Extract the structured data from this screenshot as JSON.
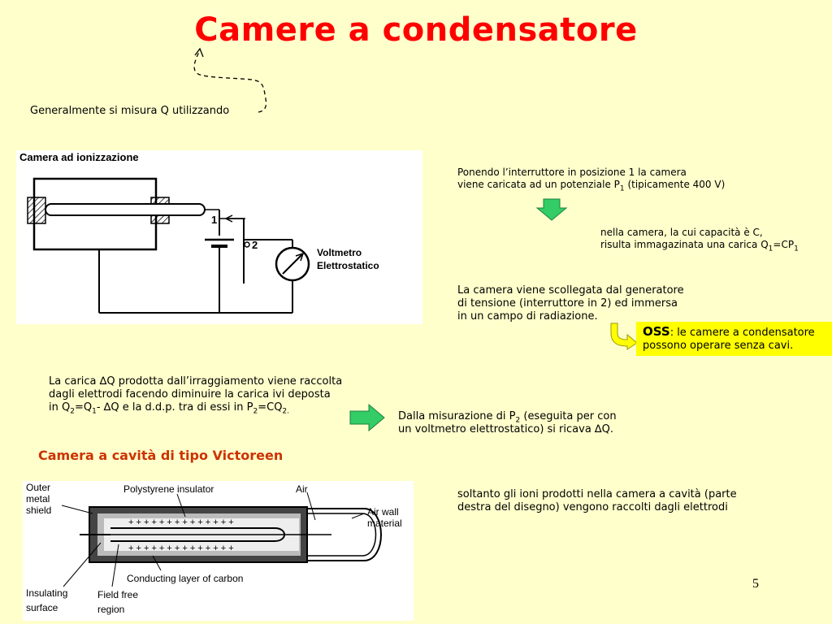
{
  "title": "Camere a condensatore",
  "intro": "Generalmente si  misura Q  utilizzando",
  "fig1": {
    "title": "Camera ad ionizzazione",
    "pos1": "1",
    "pos2": "2",
    "meter_line1": "Voltmetro",
    "meter_line2": "Elettrostatico"
  },
  "step1": {
    "line1": "Ponendo l’interruttore in posizione 1 la camera",
    "line2_pre": "viene caricata ad un potenziale P",
    "line2_sub": "1",
    "line2_post": " (tipicamente 400 V)"
  },
  "step2": {
    "line1": "nella camera, la cui capacità è C,",
    "line2_pre": "risulta immagazinata una carica Q",
    "line2_sub1": "1",
    "line2_mid": "=CP",
    "line2_sub2": "1"
  },
  "step3": {
    "line1": "La camera viene scollegata dal generatore",
    "line2": "di tensione (interruttore in 2) ed immersa",
    "line3": "in un campo di radiazione."
  },
  "oss": {
    "label": "OSS",
    "text1": ": le camere a condensatore",
    "text2": "possono operare senza cavi."
  },
  "charge": {
    "line1": "La carica ∆Q prodotta dall’irraggiamento viene raccolta",
    "line2": "dagli elettrodi facendo diminuire la carica ivi deposta",
    "l3a": "in Q",
    "l3b": "2",
    "l3c": "=Q",
    "l3d": "1",
    "l3e": "- ∆Q  e la d.d.p. tra di essi in P",
    "l3f": "2",
    "l3g": "=CQ",
    "l3h": "2."
  },
  "measure": {
    "l1a": "Dalla misurazione di P",
    "l1b": "2",
    "l1c": " (eseguita per con",
    "line2": "un voltmetro elettrostatico) si ricava ∆Q."
  },
  "victoreen_title": "Camera a cavità di tipo Victoreen",
  "fig2": {
    "outer1": "Outer",
    "outer2": "metal",
    "outer3": "shield",
    "poly": "Polystyrene insulator",
    "air": "Air",
    "wall1": "Air wall",
    "wall2": "material",
    "conducting": "Conducting layer of carbon",
    "ins1": "Insulating",
    "ins2": "surface",
    "ff1": "Field free",
    "ff2": "region"
  },
  "cavity_note": {
    "line1": "soltanto gli ioni prodotti nella camera a cavità (parte",
    "line2": "destra del disegno) vengono raccolti dagli elettrodi"
  },
  "page_number": "5",
  "colors": {
    "title": "#FF0000",
    "background": "#FFFFCC",
    "arrow": "#33CC66",
    "oss_bg": "#FFFF00",
    "subheading": "#CC3300"
  }
}
